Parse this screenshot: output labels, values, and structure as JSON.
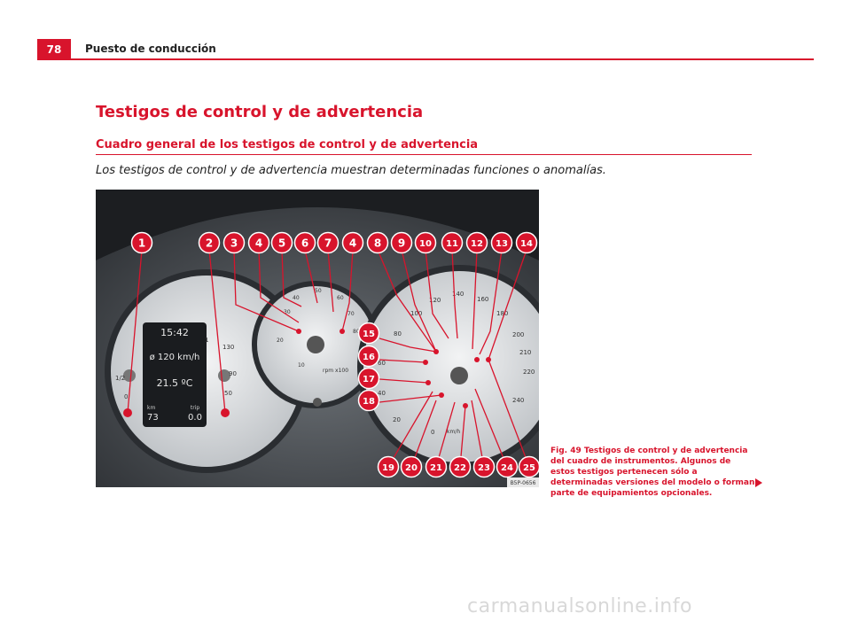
{
  "header": {
    "page_number": "78",
    "section": "Puesto de conducción"
  },
  "content": {
    "title": "Testigos de control y de advertencia",
    "subtitle": "Cuadro general de los testigos de control y de advertencia",
    "intro": "Los testigos de control y de advertencia muestran determinadas funciones o anomalías.",
    "caption": "Fig. 49  Testigos de control y de advertencia del cuadro de instrumentos. Algunos de estos testigos pertenecen sólo a determinadas versiones del modelo o forman parte de equipamientos opcionales."
  },
  "figure": {
    "callouts": [
      "1",
      "2",
      "3",
      "4",
      "5",
      "6",
      "7",
      "4",
      "8",
      "9",
      "10",
      "11",
      "12",
      "13",
      "14",
      "15",
      "16",
      "17",
      "18",
      "19",
      "20",
      "21",
      "22",
      "23",
      "24",
      "25"
    ],
    "display": {
      "time": "15:42",
      "speed": "ø 120 km/h",
      "temperature": "21.5 ºC",
      "km_label": "km",
      "km_value": "73",
      "trip_label": "trip",
      "trip_value": "0.0"
    },
    "tach_unit": "rpm x100",
    "tach_ticks": [
      "10",
      "20",
      "30",
      "40",
      "50",
      "60",
      "70",
      "80"
    ],
    "speed_unit": "km/h",
    "speed_ticks": [
      "0",
      "20",
      "40",
      "60",
      "80",
      "100",
      "120",
      "140",
      "160",
      "180",
      "200",
      "210",
      "220",
      "240"
    ],
    "fuel_ticks": [
      "0",
      "1/2",
      "1"
    ],
    "temp_ticks": [
      "50",
      "90",
      "130"
    ],
    "reference": "B5P-0656"
  },
  "colors": {
    "accent": "#d8142c",
    "callout": "#d8142c",
    "dashboard": "#3c4044"
  },
  "watermark": "carmanualsonline.info"
}
